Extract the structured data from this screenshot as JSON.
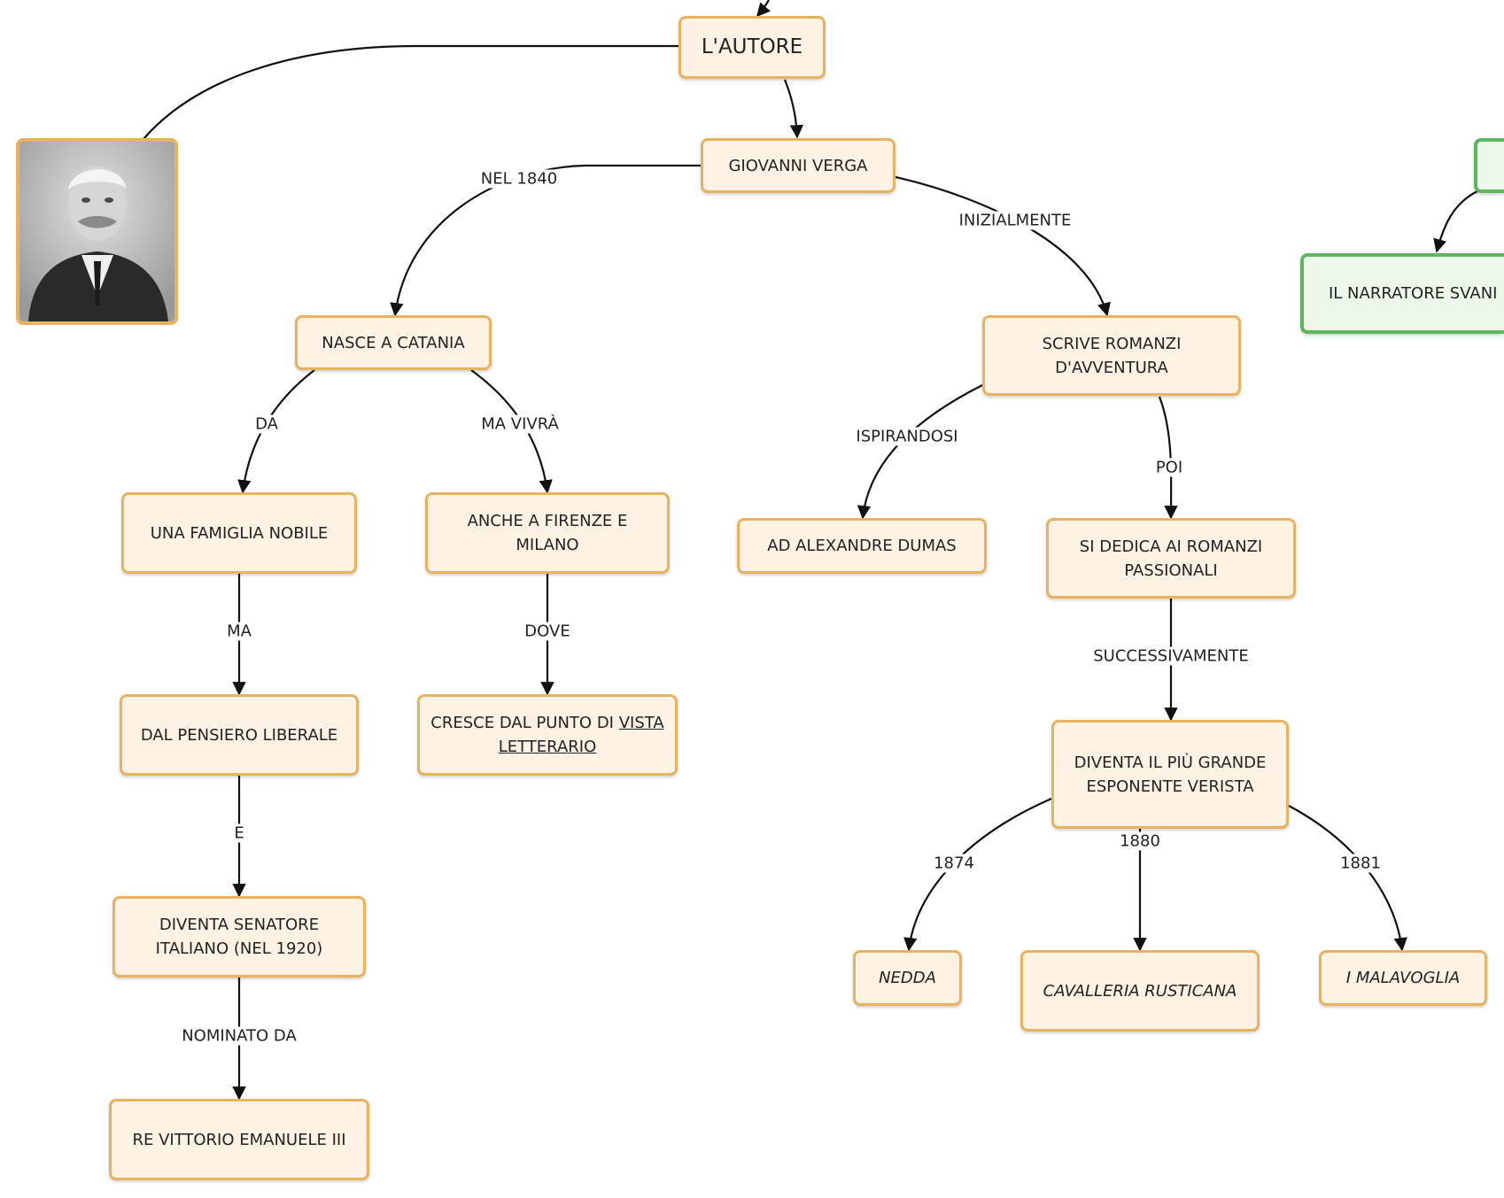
{
  "nodes": {
    "autore": "L'AUTORE",
    "verga": "GIOVANNI VERGA",
    "catania": "NASCE A CATANIA",
    "avventura_1": "SCRIVE ROMANZI",
    "avventura_2": "D'AVVENTURA",
    "famiglia": "UNA FAMIGLIA NOBILE",
    "firenze": "ANCHE A FIRENZE E MILANO",
    "dumas": "AD ALEXANDRE DUMAS",
    "passionali_1": "SI DEDICA AI ROMANZI",
    "passionali_2": "PASSIONALI",
    "liberale": "DAL PENSIERO LIBERALE",
    "cresce_1a": "CRESCE DAL PUNTO DI ",
    "cresce_1b": "VISTA",
    "cresce_2": "LETTERARIO",
    "verista_1": "DIVENTA IL PIÙ GRANDE",
    "verista_2": "ESPONENTE VERISTA",
    "senatore_1": "DIVENTA SENATORE",
    "senatore_2": "ITALIANO (NEL 1920)",
    "nedda": "NEDDA",
    "cavalleria": "CAVALLERIA RUSTICANA",
    "malavoglia": "I MALAVOGLIA",
    "re": "RE VITTORIO EMANUELE III",
    "narratore": "IL NARRATORE SVANI"
  },
  "edge_labels": {
    "nel_1840": "NEL 1840",
    "inizialmente": "INIZIALMENTE",
    "da": "DA",
    "ma_vivra": "MA VIVRÀ",
    "ispirandosi": "ISPIRANDOSI",
    "poi": "POI",
    "ma": "MA",
    "dove": "DOVE",
    "successivamente": "SUCCESSIVAMENTE",
    "e": "E",
    "y1874": "1874",
    "y1880": "1880",
    "y1881": "1881",
    "nominato_da": "NOMINATO DA"
  },
  "colors": {
    "node_fill": "#fdf2e3",
    "node_border": "#e9b25f",
    "green_fill": "#eef8ea",
    "green_border": "#5cb85c",
    "edge": "#111111"
  },
  "photo": {
    "description_icon": "portrait-photo"
  }
}
